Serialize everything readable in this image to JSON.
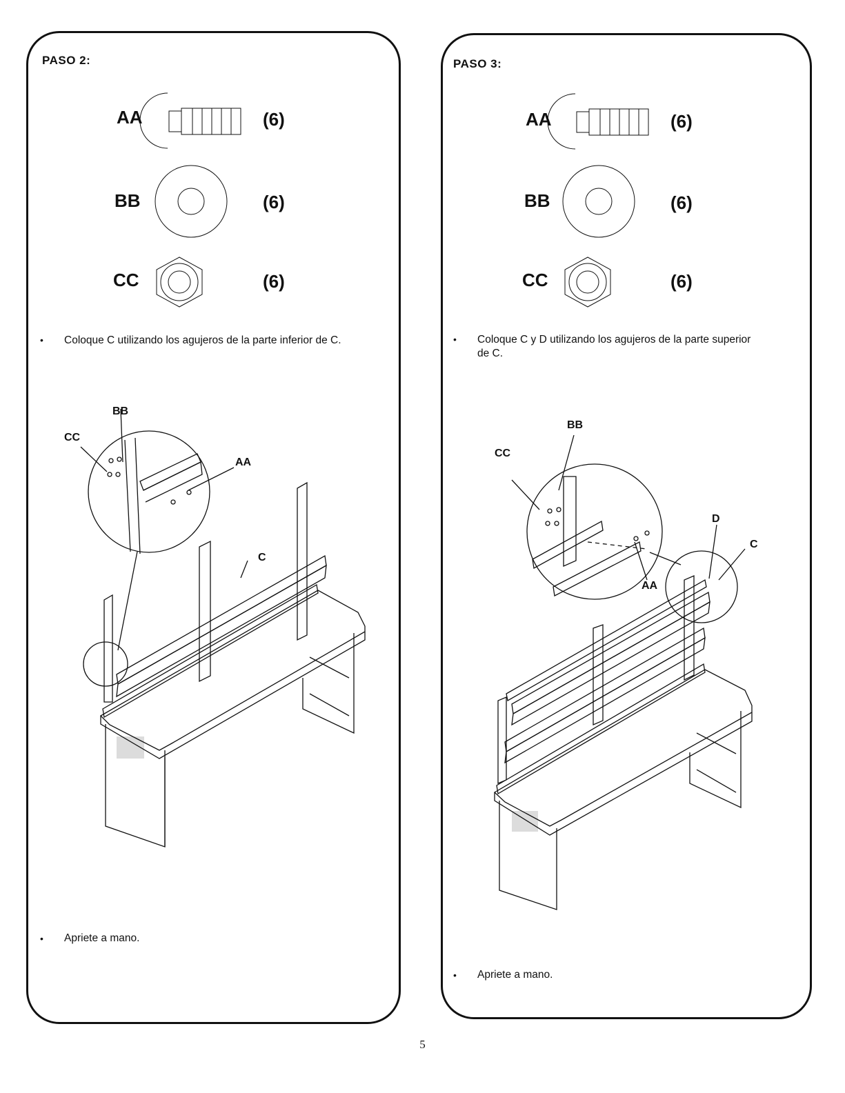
{
  "steps": [
    {
      "title": "PASO 2:",
      "hardware": [
        {
          "label": "AA",
          "qty": "(6)",
          "icon": "carriage-bolt-icon"
        },
        {
          "label": "BB",
          "qty": "(6)",
          "icon": "washer-icon"
        },
        {
          "label": "CC",
          "qty": "(6)",
          "icon": "hex-nut-icon"
        }
      ],
      "instruction": "Coloque C utilizando los agujeros de la parte inferior de C.",
      "callouts": {
        "bb": "BB",
        "cc": "CC",
        "aa": "AA",
        "c": "C"
      },
      "footer_instruction": "Apriete a mano."
    },
    {
      "title": "PASO 3:",
      "hardware": [
        {
          "label": "AA",
          "qty": "(6)",
          "icon": "carriage-bolt-icon"
        },
        {
          "label": "BB",
          "qty": "(6)",
          "icon": "washer-icon"
        },
        {
          "label": "CC",
          "qty": "(6)",
          "icon": "hex-nut-icon"
        }
      ],
      "instruction_line1": "Coloque C y D utilizando los agujeros de la parte superior",
      "instruction_line2": "de C.",
      "callouts": {
        "bb": "BB",
        "cc": "CC",
        "aa": "AA",
        "d": "D",
        "c": "C"
      },
      "footer_instruction": "Apriete a mano."
    }
  ],
  "bullet": "•",
  "page_number": "5"
}
